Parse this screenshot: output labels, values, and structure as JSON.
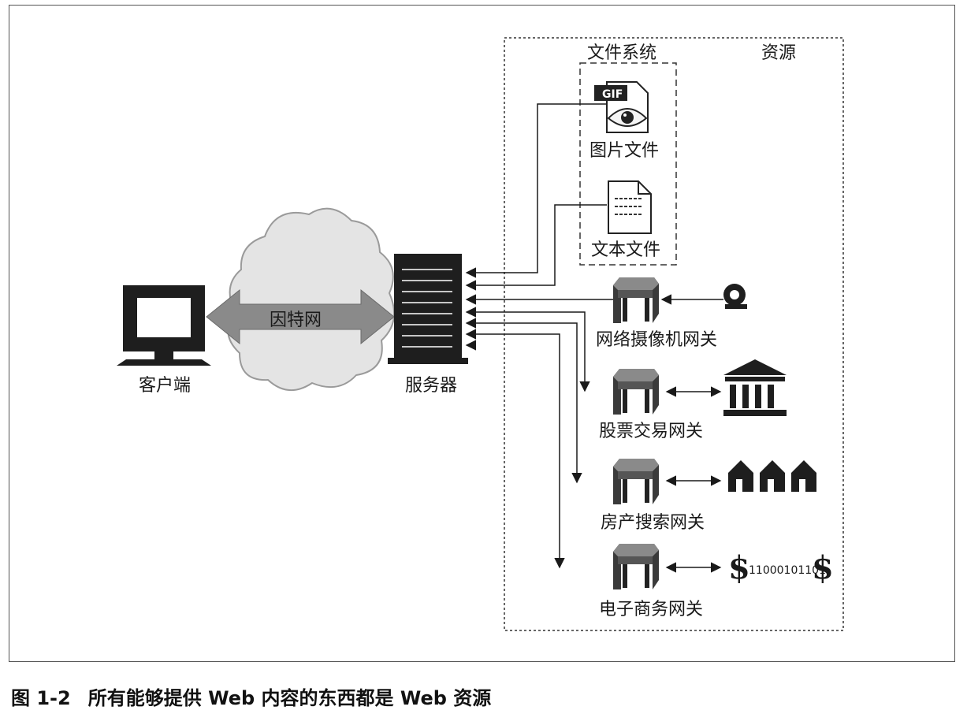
{
  "labels": {
    "filesystem": "文件系统",
    "resources": "资源",
    "image_file": "图片文件",
    "gif_badge": "GIF",
    "text_file": "文本文件",
    "internet": "因特网",
    "client": "客户端",
    "server": "服务器",
    "webcam_gateway": "网络摄像机网关",
    "stock_gateway": "股票交易网关",
    "realestate_gateway": "房产搜索网关",
    "ecommerce_gateway": "电子商务网关",
    "ecommerce_binary": "11000101101"
  },
  "caption": {
    "number": "图 1-2",
    "text": "所有能够提供 Web 内容的东西都是 Web 资源"
  },
  "icons": [
    "monitor-icon",
    "cloud-icon",
    "server-icon",
    "gif-file-icon",
    "text-file-icon",
    "gateway-icon",
    "webcam-icon",
    "bank-icon",
    "houses-icon",
    "dollar-icon"
  ],
  "colors": {
    "ink": "#1a1a1a",
    "cloud": "#e2e2e2",
    "arrow": "#7d7d7d"
  }
}
